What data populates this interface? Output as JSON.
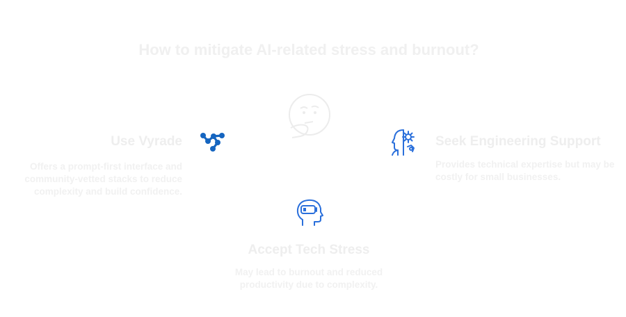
{
  "title": "How to mitigate AI-related stress and burnout?",
  "center": {
    "icon": "thinking-face-icon"
  },
  "options": {
    "vyrade": {
      "icon": "vyrade-logo-icon",
      "title": "Use Vyrade",
      "description": "Offers a prompt-first interface and community-vetted stacks to reduce complexity and build confidence."
    },
    "engineering": {
      "icon": "head-gear-icon",
      "title": "Seek Engineering Support",
      "description": "Provides technical expertise but may be costly for small businesses."
    },
    "stress": {
      "icon": "head-low-battery-icon",
      "title": "Accept Tech Stress",
      "description": "May lead to burnout and reduced productivity due to complexity."
    }
  },
  "colors": {
    "accent": "#2a6fdb",
    "logo_blue": "#1565c0",
    "faded_text": "#eeeeee",
    "faded_icon": "#ececec"
  }
}
